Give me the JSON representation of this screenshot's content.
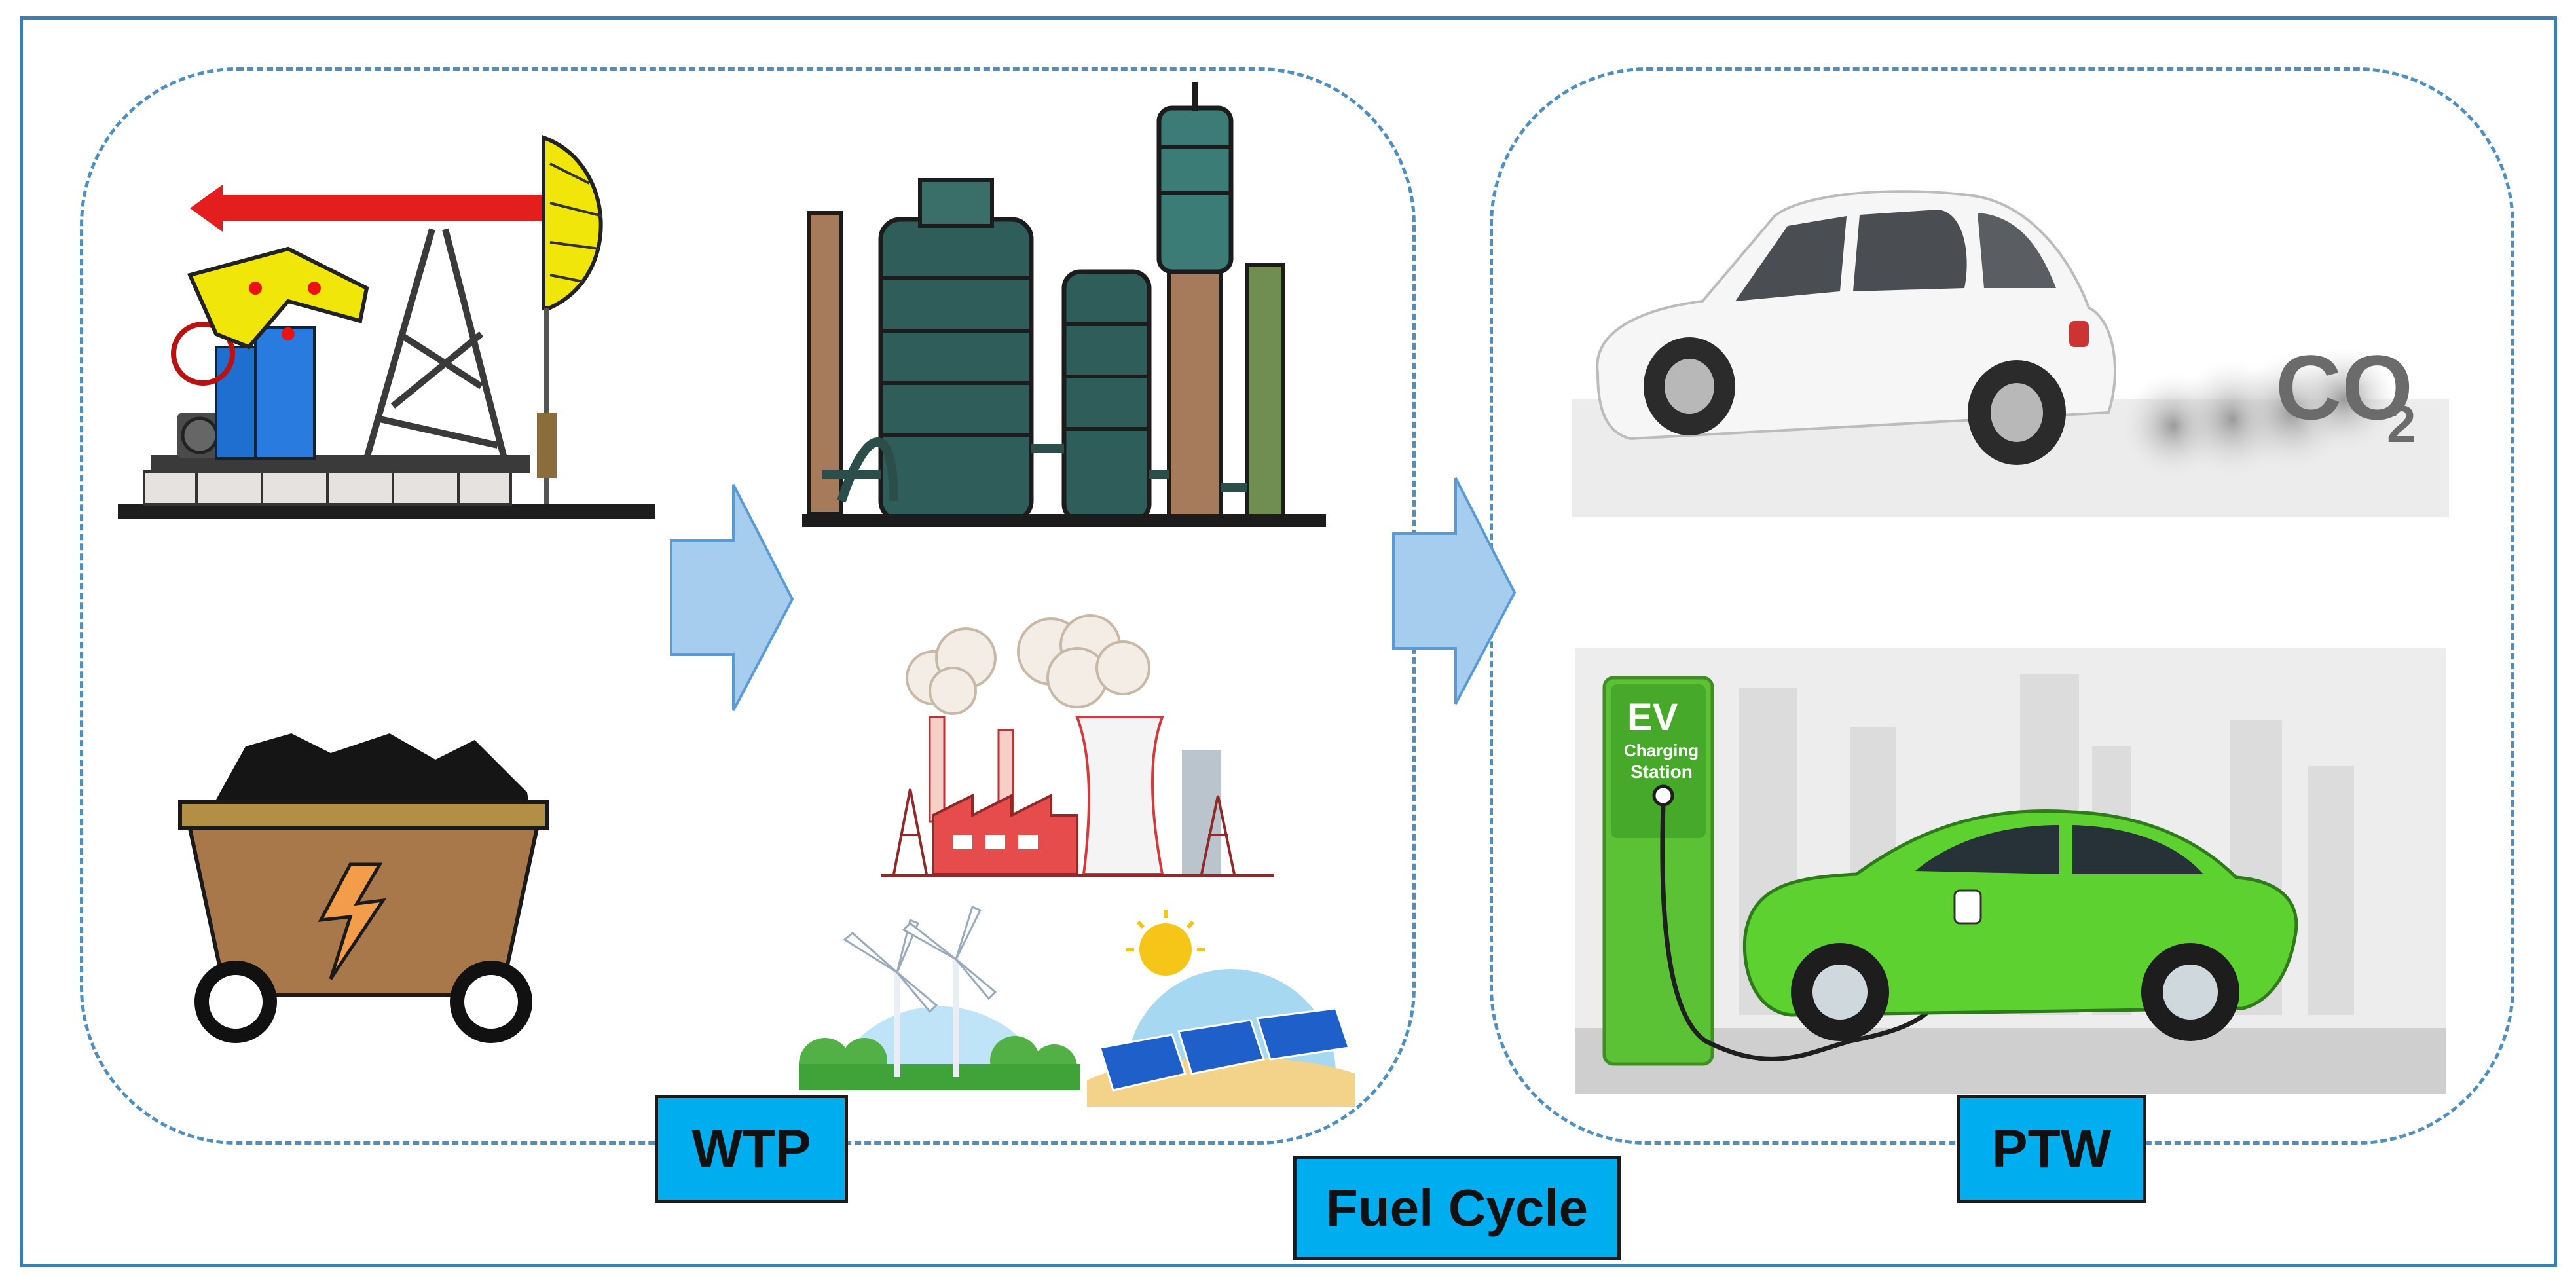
{
  "labels": {
    "wtp": "WTP",
    "ptw": "PTW",
    "fuel_cycle": "Fuel Cycle"
  },
  "illustrations": {
    "ev_station_logo": "EV",
    "ev_station_line1": "Charging",
    "ev_station_line2": "Station",
    "emission_label": "CO",
    "emission_subscript": "2"
  },
  "colors": {
    "frame_border": "#3d7fb3",
    "dashed_border": "#4f8fbf",
    "label_fill": "#00aeef",
    "arrow_fill": "#a6cdee",
    "arrow_stroke": "#5b9bd5",
    "ev_green": "#5bc236"
  },
  "icons": [
    "pumpjack-icon",
    "refinery-icon",
    "coal-cart-icon",
    "power-plant-icon",
    "wind-turbine-icon",
    "solar-panel-icon",
    "gasoline-car-icon",
    "electric-car-icon",
    "charging-station-icon",
    "arrow-right-icon"
  ]
}
